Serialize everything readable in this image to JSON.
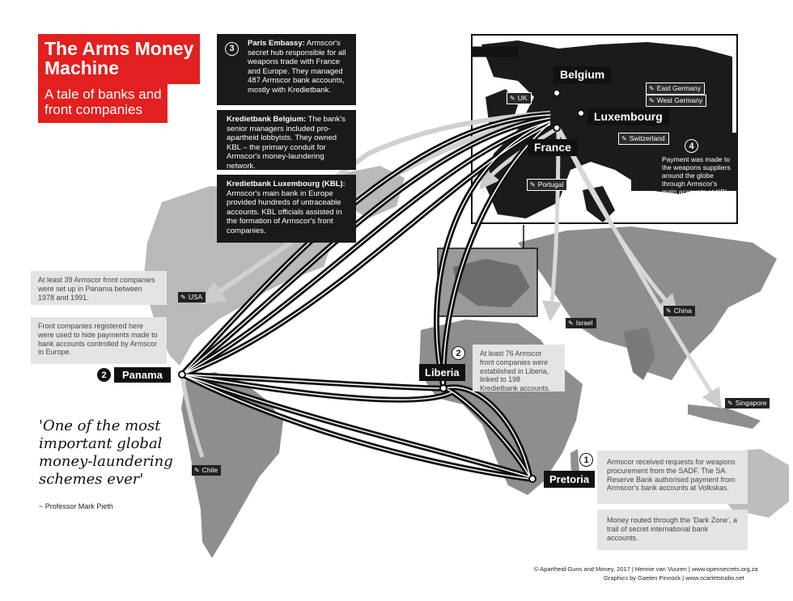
{
  "title": {
    "main": "The Arms Money Machine",
    "subtitle": "A tale of banks and front companies"
  },
  "boxes": {
    "paris": {
      "number": "3",
      "heading": "Paris Embassy:",
      "text": " Armscor's secret hub responsible for all weapons trade with France and Europe. They managed 487 Armscor bank accounts, mostly with Kredietbank."
    },
    "kb_belgium": {
      "heading": "Kredietbank Belgium:",
      "text": " The bank's senior managers included pro-apartheid lobbyists. They owned KBL – the primary conduit for Armscor's money-laundering network."
    },
    "kbl": {
      "heading": "Kredietbank Luxembourg (KBL):",
      "text": " Armscor's main bank in Europe provided hundreds of untraceable accounts. KBL officials assisted in the formation of Armscor's front companies."
    },
    "payment": {
      "number": "4",
      "text": "Payment was made to the weapons suppliers around the globe through Armscor's main accounts at KBL."
    }
  },
  "gray_boxes": {
    "panama_1": "At least 39 Armscor front companies were set up in Panama between 1978 and 1991.",
    "panama_2": "Front companies registered here were used to hide payments made to bank accounts controlled by Armscor in Europe.",
    "liberia": "At least 76 Armscor front companies were established in Liberia, linked to 198 Kredietbank accounts.",
    "pretoria_1": "Armscor received requests for weapons procurement from the SADF. The SA Reserve Bank authorised payment from Armscor's bank accounts at Volkskas.",
    "pretoria_2": "Money routed through the 'Dark Zone', a trail of secret international bank accounts."
  },
  "locations": {
    "belgium": "Belgium",
    "luxembourg": "Luxembourg",
    "france": "France",
    "panama": "Panama",
    "panama_num": "2",
    "liberia": "Liberia",
    "liberia_num": "2",
    "pretoria": "Pretoria",
    "pretoria_num": "1"
  },
  "supplier_tags": {
    "uk": "UK",
    "east_germany": "East Germany",
    "west_germany": "West Germany",
    "switzerland": "Switzerland",
    "portugal": "Portugal",
    "usa": "USA",
    "israel": "Israel",
    "china": "China",
    "singapore": "Singapore",
    "chile": "Chile"
  },
  "quote": {
    "text": "'One of the most important global money-laundering schemes ever'",
    "attribution": "~ Professor Mark Pieth"
  },
  "footer": {
    "line1": "© Apartheid Guns and Money, 2017  |  Hennie van Vuuren  |  www.opensecrets.org.za",
    "line2": "Graphics by Gaelen Pinnock  |  www.scarletstudio.net"
  },
  "colors": {
    "accent_red": "#e1201f",
    "land": "#8e8e8e",
    "land_light": "#b5b5b5",
    "box_black": "#1a1a1a",
    "box_gray": "#e4e4e4"
  },
  "icons": {
    "supplier": "gun-icon"
  }
}
